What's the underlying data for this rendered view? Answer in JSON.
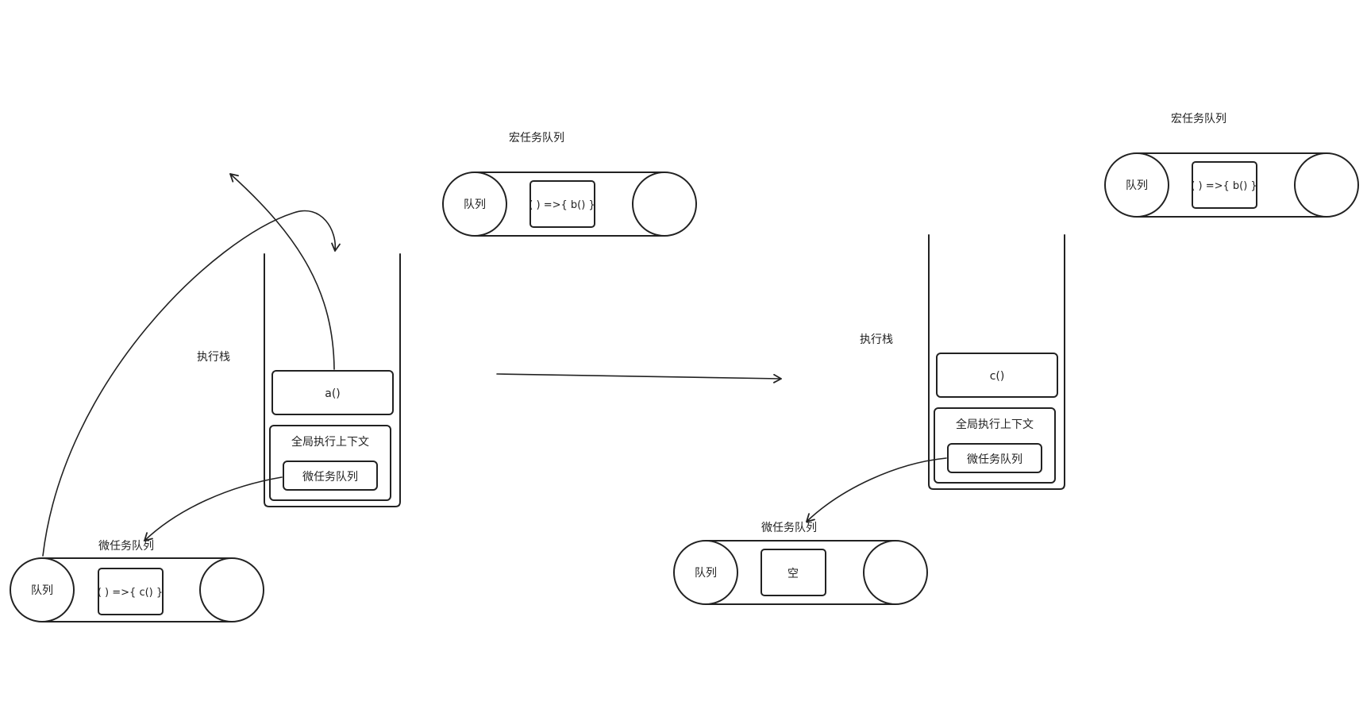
{
  "left": {
    "stack_label": "执行栈",
    "frame_a": "a()",
    "global_context": "全局执行上下文",
    "microtask_inner": "微任务队列",
    "microtask_title": "微任务队列",
    "microtask_queue_head": "队列",
    "microtask_item": "( ) =>{  c() }",
    "macrotask_title": "宏任务队列",
    "macrotask_queue_head": "队列",
    "macrotask_item": "( ) =>{  b() }"
  },
  "right": {
    "stack_label": "执行栈",
    "frame_c": "c()",
    "global_context": "全局执行上下文",
    "microtask_inner": "微任务队列",
    "microtask_title": "微任务队列",
    "microtask_queue_head": "队列",
    "microtask_item": "空",
    "macrotask_title": "宏任务队列",
    "macrotask_queue_head": "队列",
    "macrotask_item": "( ) =>{  b() }"
  },
  "colors": {
    "ink": "#222222",
    "background": "#ffffff"
  }
}
